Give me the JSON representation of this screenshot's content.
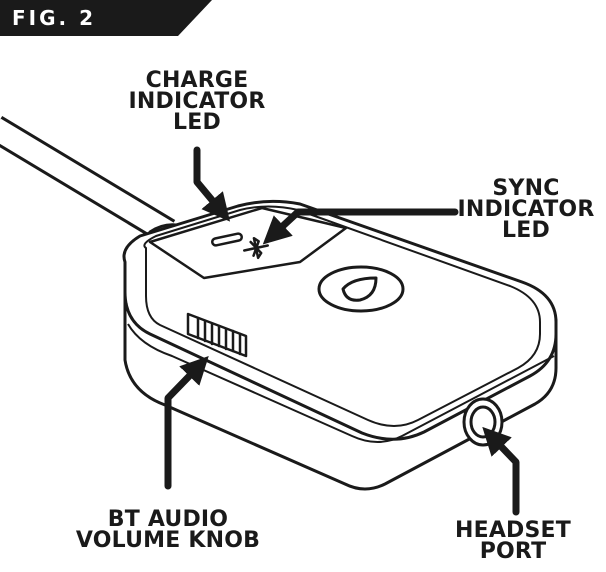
{
  "figure_label": "FIG. 2",
  "callouts": {
    "charge_indicator": [
      "CHARGE",
      "INDICATOR",
      "LED"
    ],
    "sync_indicator": [
      "SYNC",
      "INDICATOR",
      "LED"
    ],
    "volume_knob": [
      "BT AUDIO",
      "VOLUME KNOB"
    ],
    "headset_port": [
      "HEADSET",
      "PORT"
    ]
  },
  "colors": {
    "ink": "#1a1a1a",
    "background": "#ffffff"
  }
}
